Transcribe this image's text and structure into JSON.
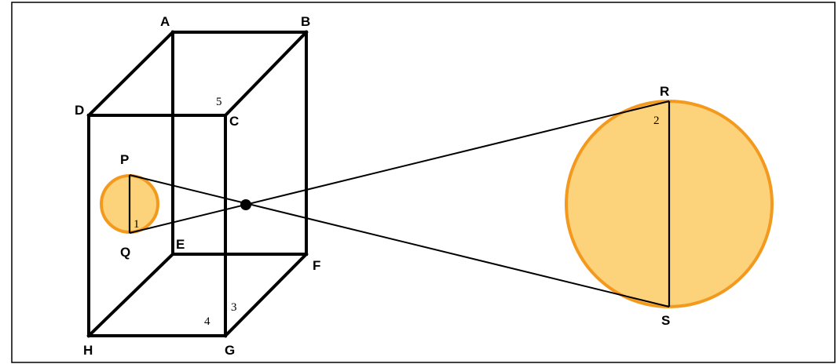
{
  "vertex_labels": {
    "A": "A",
    "B": "B",
    "C": "C",
    "D": "D",
    "E": "E",
    "F": "F",
    "G": "G",
    "H": "H",
    "P": "P",
    "Q": "Q",
    "R": "R",
    "S": "S"
  },
  "angle_labels": {
    "n1": "1",
    "n2": "2",
    "n3": "3",
    "n4": "4",
    "n5": "5"
  },
  "colors": {
    "disc_fill": "#fcd27a",
    "disc_stroke": "#f39a1e",
    "line": "#000000"
  }
}
